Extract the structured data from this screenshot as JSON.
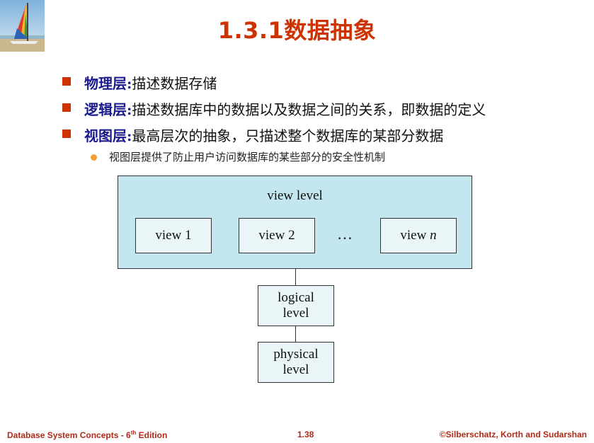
{
  "title": "1.3.1数据抽象",
  "bullets": [
    {
      "term": "物理层",
      "sep": ":",
      "desc": "描述数据存储"
    },
    {
      "term": "逻辑层",
      "sep": ":",
      "desc": "描述数据库中的数据以及数据之间的关系，即数据的定义"
    },
    {
      "term": "视图层",
      "sep": ":",
      "desc": "最高层次的抽象，只描述整个数据库的某部分数据"
    }
  ],
  "sub_bullet": "视图层提供了防止用户访问数据库的某些部分的安全性机制",
  "diagram": {
    "view_level_label": "view level",
    "views": [
      "view 1",
      "view 2",
      "view"
    ],
    "view_n_var": "n",
    "ellipsis": "…",
    "logical_line1": "logical",
    "logical_line2": "level",
    "physical_line1": "physical",
    "physical_line2": "level"
  },
  "footer": {
    "left_prefix": "Database System Concepts - 6",
    "left_sup": "th",
    "left_suffix": " Edition",
    "page": "1.38",
    "right": "©Silberschatz, Korth and Sudarshan"
  },
  "colors": {
    "title": "#cc3300",
    "term": "#1a1a8c",
    "bullet_mark": "#cc3300",
    "sub_dot": "#f0a030",
    "view_level_fill": "#c4e6ee",
    "footer": "#b02a18"
  }
}
